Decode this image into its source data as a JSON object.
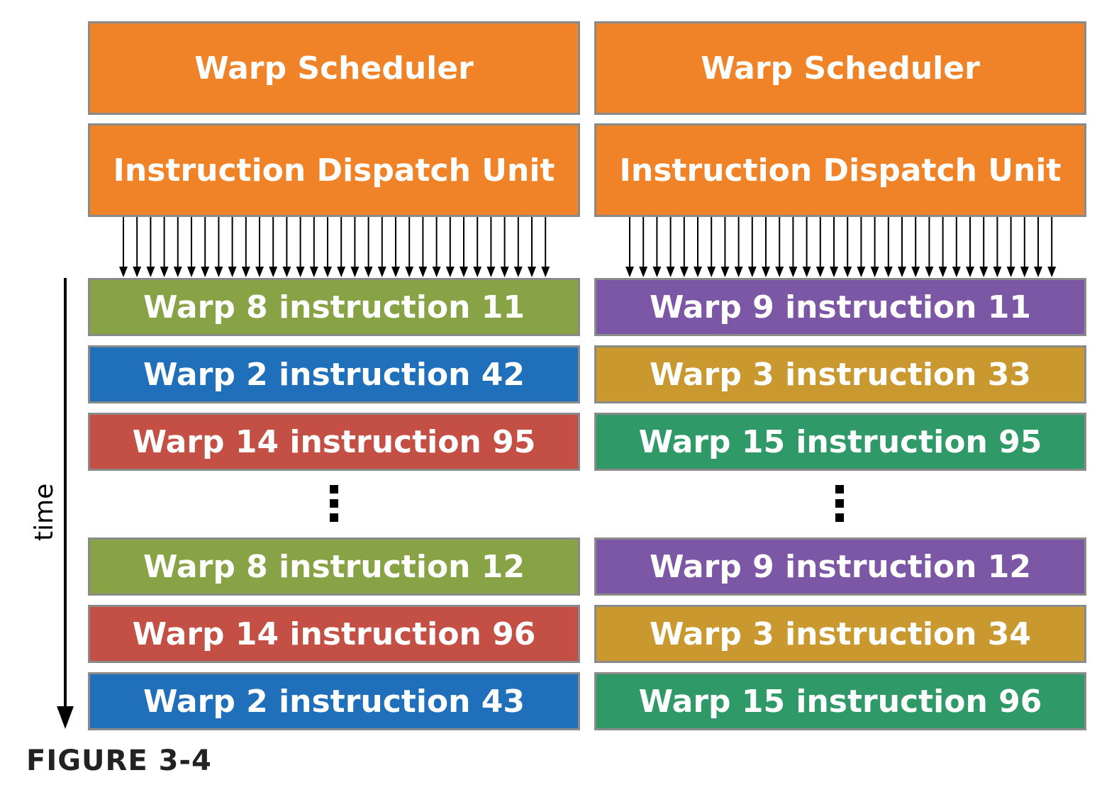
{
  "columns": [
    {
      "scheduler": "Warp Scheduler",
      "dispatch": "Instruction Dispatch Unit",
      "before": [
        {
          "label": "Warp 8 instruction 11",
          "color": "#87a346"
        },
        {
          "label": "Warp 2 instruction 42",
          "color": "#1f6fba"
        },
        {
          "label": "Warp 14 instruction 95",
          "color": "#c44f45"
        }
      ],
      "after": [
        {
          "label": "Warp 8 instruction 12",
          "color": "#87a346"
        },
        {
          "label": "Warp 14 instruction 96",
          "color": "#c44f45"
        },
        {
          "label": "Warp 2 instruction 43",
          "color": "#1f6fba"
        }
      ]
    },
    {
      "scheduler": "Warp Scheduler",
      "dispatch": "Instruction Dispatch Unit",
      "before": [
        {
          "label": "Warp 9 instruction 11",
          "color": "#7b57a5"
        },
        {
          "label": "Warp 3 instruction 33",
          "color": "#c9992f"
        },
        {
          "label": "Warp 15 instruction 95",
          "color": "#2f9a68"
        }
      ],
      "after": [
        {
          "label": "Warp 9 instruction 12",
          "color": "#7b57a5"
        },
        {
          "label": "Warp 3 instruction 34",
          "color": "#c9992f"
        },
        {
          "label": "Warp 15 instruction 96",
          "color": "#2f9a68"
        }
      ]
    }
  ],
  "header_color": "#f08328",
  "time_label": "time",
  "caption": "FIGURE 3-4"
}
